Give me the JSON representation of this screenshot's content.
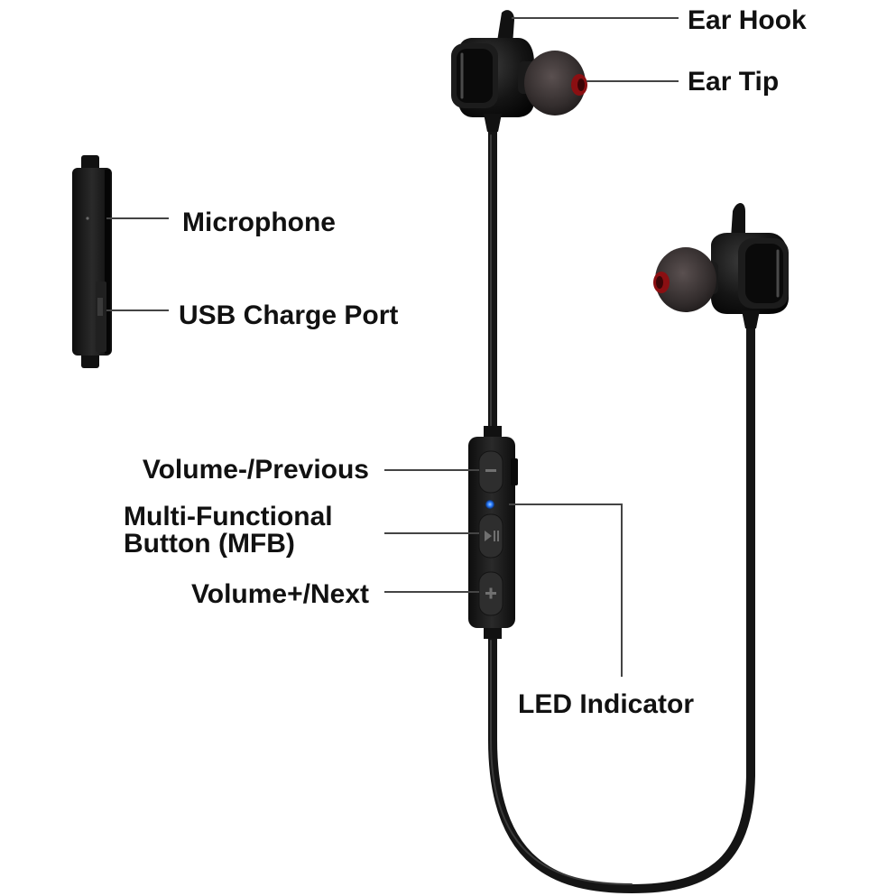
{
  "labels": {
    "ear_hook": "Ear Hook",
    "ear_tip": "Ear Tip",
    "microphone": "Microphone",
    "usb_charge_port": "USB Charge Port",
    "volume_previous": "Volume-/Previous",
    "mfb_line1": "Multi-Functional",
    "mfb_line2": "Button (MFB)",
    "volume_next": "Volume+/Next",
    "led_indicator": "LED Indicator"
  },
  "icons": {
    "minus": "minus-icon",
    "play_pause": "play-pause-icon",
    "plus": "plus-icon"
  },
  "colors": {
    "body": "#1a1a1a",
    "ear_tip": "#3a3434",
    "ear_tip_core": "#8b0f12",
    "led": "#2a7bff",
    "leader": "#444444"
  }
}
